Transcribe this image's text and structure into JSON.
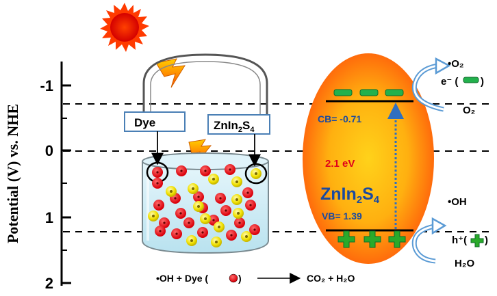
{
  "axis": {
    "label": "Potential (V) vs. NHE",
    "ticks": [
      "-1",
      "0",
      "1",
      "2"
    ]
  },
  "labels": {
    "dye_box": "Dye",
    "znin2s4_box_main": "ZnIn",
    "znin2s4_box_sub1": "2",
    "znin2s4_box_S": "S",
    "znin2s4_box_sub2": "4",
    "cb": "CB= -0.71",
    "vb": "VB= 1.39",
    "bandgap": "2.1 eV",
    "center_main": "ZnIn",
    "center_sub1": "2",
    "center_S": "S",
    "center_sub2": "4",
    "o2_radical": "•O₂",
    "electron_prefix": "e⁻ (",
    "electron_suffix": ")",
    "o2": "O₂",
    "oh_radical": "•OH",
    "hole_prefix": "h⁺(",
    "hole_suffix": ")",
    "h2o": "H₂O",
    "eq_left": "•OH + Dye (",
    "eq_mid": ")",
    "eq_right": "CO₂ + H₂O"
  },
  "colors": {
    "sun_outer": "#ff2a00",
    "sun_inner": "#e60000",
    "ellipse_center": "#ffd21a",
    "ellipse_edge": "#ff5a0a",
    "band_label": "#1a4aa0",
    "bandgap_label": "#e0001a",
    "minus_green": "#22b14c",
    "plus_green": "#2aaa2a",
    "water": "#c8eaf5",
    "red_particle": "#e8121a",
    "yellow_particle": "#f0e000",
    "curve_arrow": "#5b9bd5"
  }
}
